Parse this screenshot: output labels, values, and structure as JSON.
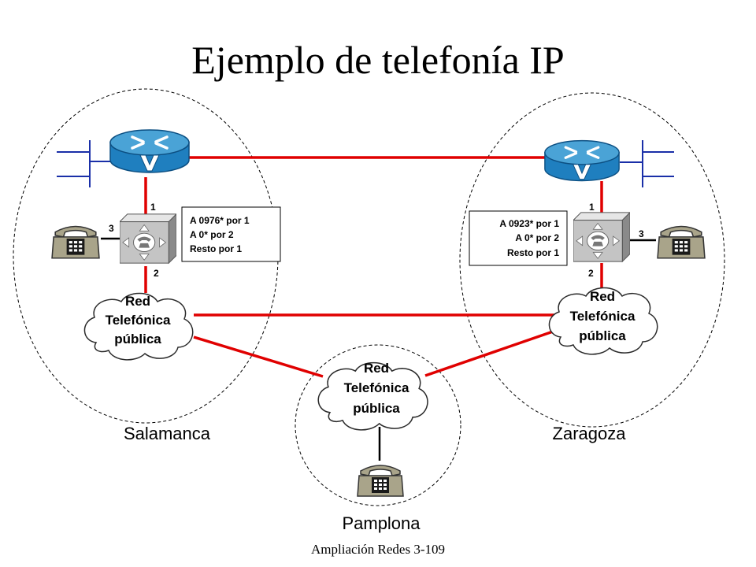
{
  "title": "Ejemplo de telefonía IP",
  "footer": "Ampliación Redes 3-109",
  "colors": {
    "link": "#e00000",
    "router_top": "#4aa3d6",
    "router_body": "#1f7fbf",
    "gateway": "#b8b8b8",
    "phone": "#a9a48a",
    "cloud": "#ffffff"
  },
  "cities": {
    "left": "Salamanca",
    "right": "Zaragoza",
    "bottom": "Pamplona"
  },
  "cloud_label": {
    "line1": "Red",
    "line2": "Telefónica",
    "line3": "pública"
  },
  "ports": {
    "p1": "1",
    "p2": "2",
    "p3": "3"
  },
  "routing_left": {
    "line1": "A 0976* por 1",
    "line2": "A 0* por 2",
    "line3": "Resto por 1"
  },
  "routing_right": {
    "line1": "A 0923* por 1",
    "line2": "A 0* por 2",
    "line3": "Resto por 1"
  },
  "icons": {
    "router": "voice-router-icon",
    "gateway": "voice-gateway-icon",
    "phone": "telephone-icon",
    "cloud": "pstn-cloud-icon"
  }
}
